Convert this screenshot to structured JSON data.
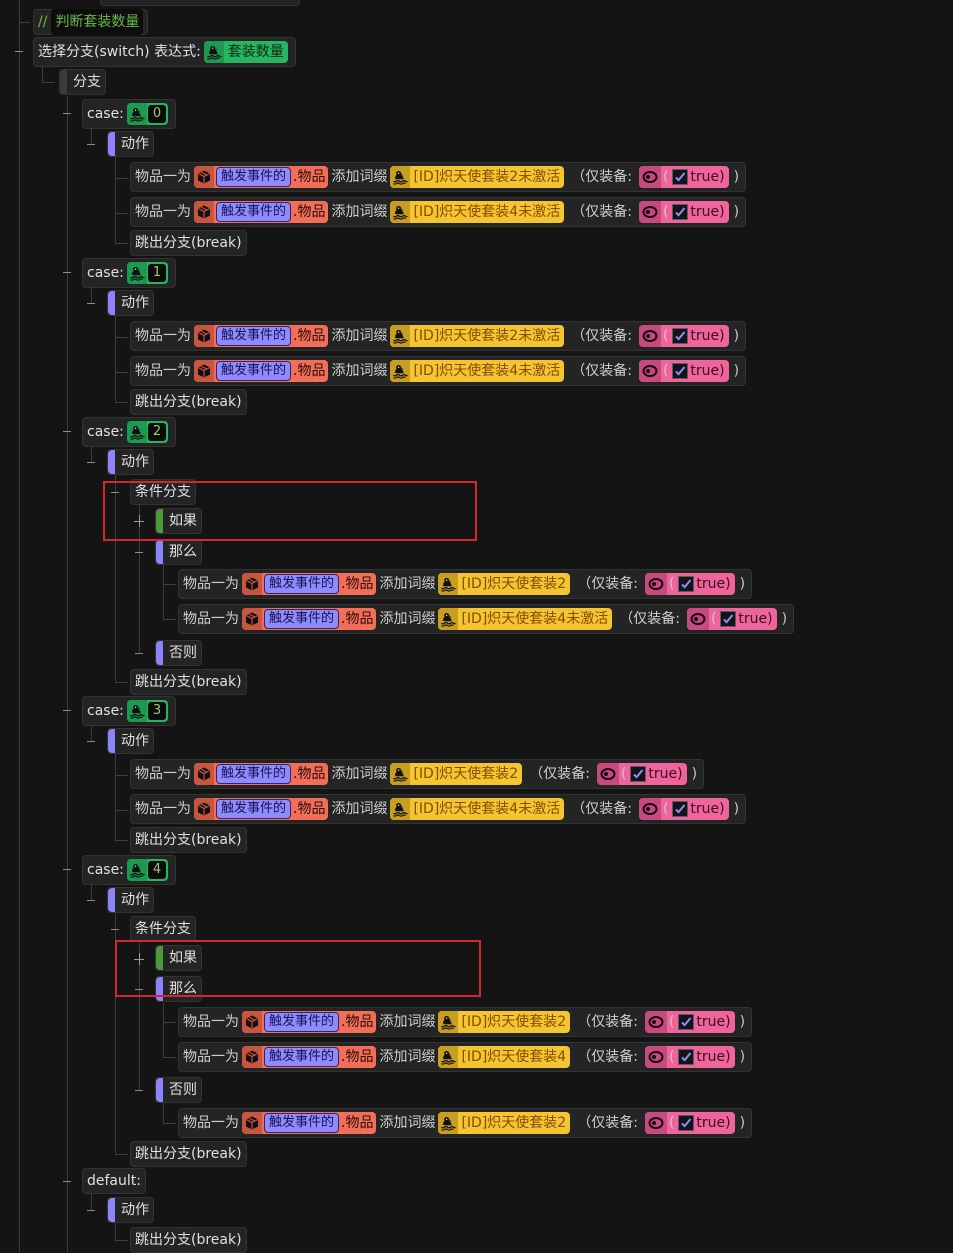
{
  "comment": {
    "prefix": "//",
    "text": "判断套装数量"
  },
  "switch": {
    "label": "选择分支(switch) 表达式:",
    "expr_icon": "duck-variable-icon",
    "expr": "套装数量",
    "branch_label": "分支"
  },
  "labels": {
    "case": "case:",
    "default": "default:",
    "action": "动作",
    "cond_branch": "条件分支",
    "if": "如果",
    "then": "那么",
    "else": "否则",
    "break": "跳出分支(break)",
    "item_is": "物品一为",
    "trigger_event": "触发事件的",
    "item_prop": ".物品",
    "add_affix": "添加词缀",
    "equip_only_prefix": "（仅装备:",
    "open_paren": "(",
    "true_text": "true)",
    "close_paren": ")"
  },
  "icons": {
    "item": "item-box-icon",
    "affix": "duck-variable-icon",
    "toggle": "eye-toggle-icon",
    "checkbox": "checkbox-checked-icon"
  },
  "colors": {
    "case_value_green": "#27b562",
    "item_orange": "#f26e58",
    "event_purple": "#8f8bff",
    "affix_yellow": "#f3c532",
    "bool_pink": "#f0649c",
    "action_bar_purple": "#8c84ff",
    "if_bar_green": "#4e9a3a",
    "highlight_red": "#d4282f",
    "comment_green": "#6bb84a"
  },
  "cases": [
    {
      "value": "0",
      "rows": [
        {
          "affix": "[ID]炽天使套装2未激活"
        },
        {
          "affix": "[ID]炽天使套装4未激活"
        }
      ]
    },
    {
      "value": "1",
      "rows": [
        {
          "affix": "[ID]炽天使套装2未激活"
        },
        {
          "affix": "[ID]炽天使套装4未激活"
        }
      ]
    },
    {
      "value": "2",
      "cond": {
        "if_collapsed": true,
        "then_rows": [
          {
            "affix": "[ID]炽天使套装2"
          },
          {
            "affix": "[ID]炽天使套装4未激活"
          }
        ],
        "else_rows": []
      }
    },
    {
      "value": "3",
      "rows": [
        {
          "affix": "[ID]炽天使套装2"
        },
        {
          "affix": "[ID]炽天使套装4未激活"
        }
      ]
    },
    {
      "value": "4",
      "cond": {
        "if_collapsed": true,
        "then_rows": [
          {
            "affix": "[ID]炽天使套装2"
          },
          {
            "affix": "[ID]炽天使套装4"
          }
        ],
        "else_rows": [
          {
            "affix": "[ID]炽天使套装2"
          }
        ]
      }
    }
  ],
  "equip_only_value": "true"
}
